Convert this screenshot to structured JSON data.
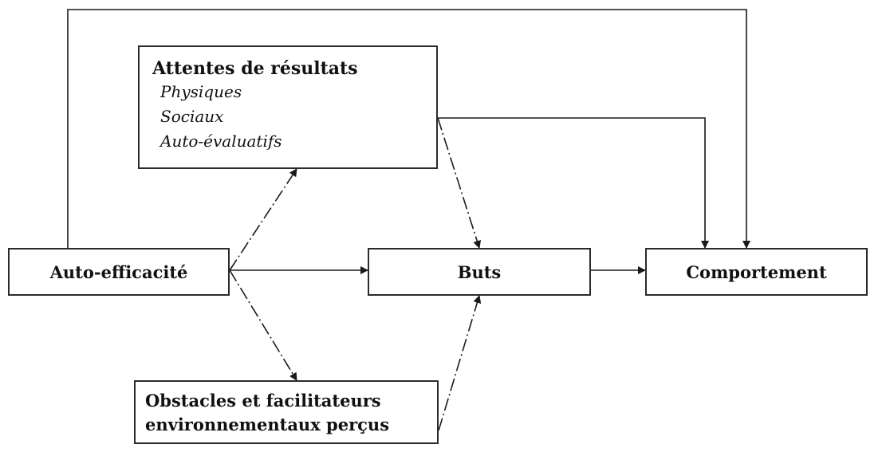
{
  "boxes": {
    "outcome_expectations": {
      "title": "Attentes de résultats",
      "items": [
        "Physiques",
        "Sociaux",
        "Auto-évaluatifs"
      ]
    },
    "self_efficacy": {
      "title": "Auto-efficacité"
    },
    "goals": {
      "title": "Buts"
    },
    "behavior": {
      "title": "Comportement"
    },
    "barriers": {
      "title_line1": "Obstacles et facilitateurs",
      "title_line2": "environnementaux perçus"
    }
  },
  "colors": {
    "line": "#1a1a1a",
    "border": "#2b2b2b",
    "background": "#ffffff"
  }
}
